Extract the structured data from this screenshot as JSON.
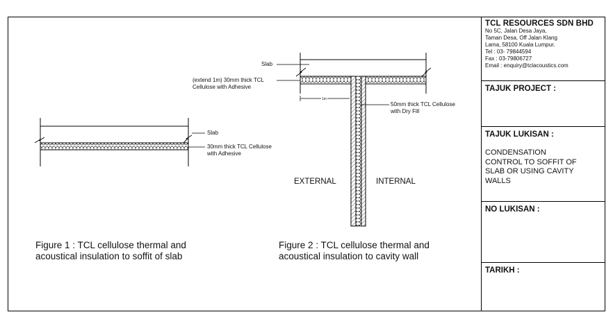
{
  "title_block": {
    "company": "TCL RESOURCES SDN BHD",
    "address_lines": [
      "No 5C,  Jalan Desa Jaya,",
      "Taman Desa, Off Jalan Klang",
      "Lama, 58100 Kuala Lumpur.",
      "Tel  : 03- 79844594",
      "Fax : 03-79806727",
      "Email : enquiry@tclacoustics.com"
    ],
    "project_label": "TAJUK PROJECT :",
    "project_value": "",
    "drawing_title_label": "TAJUK LUKISAN :",
    "drawing_title_lines": [
      "CONDENSATION",
      "CONTROL TO SOFFIT OF",
      "SLAB OR USING CAVITY",
      "WALLS"
    ],
    "drawing_no_label": "NO LUKISAN :",
    "drawing_no_value": "",
    "date_label": "TARIKH :",
    "date_value": ""
  },
  "figure1": {
    "slab_label": "Slab",
    "insulation_label_lines": [
      "30mm thick TCL Cellulose",
      "with Adhesive"
    ],
    "caption_lines": [
      "Figure 1 : TCL cellulose thermal and",
      "acoustical insulation to soffit of slab"
    ]
  },
  "figure2": {
    "slab_label": "Slab",
    "insulation_label_lines": [
      "(extend 1m) 30mm thick TCL",
      "Cellulose with Adhesive"
    ],
    "dimension_label": "1m",
    "cavity_label_lines": [
      "50mm thick TCL Cellulose",
      "with Dry Fill"
    ],
    "external_label": "EXTERNAL",
    "internal_label": "INTERNAL",
    "caption_lines": [
      "Figure 2 : TCL cellulose thermal and",
      "acoustical insulation to cavity wall"
    ]
  }
}
